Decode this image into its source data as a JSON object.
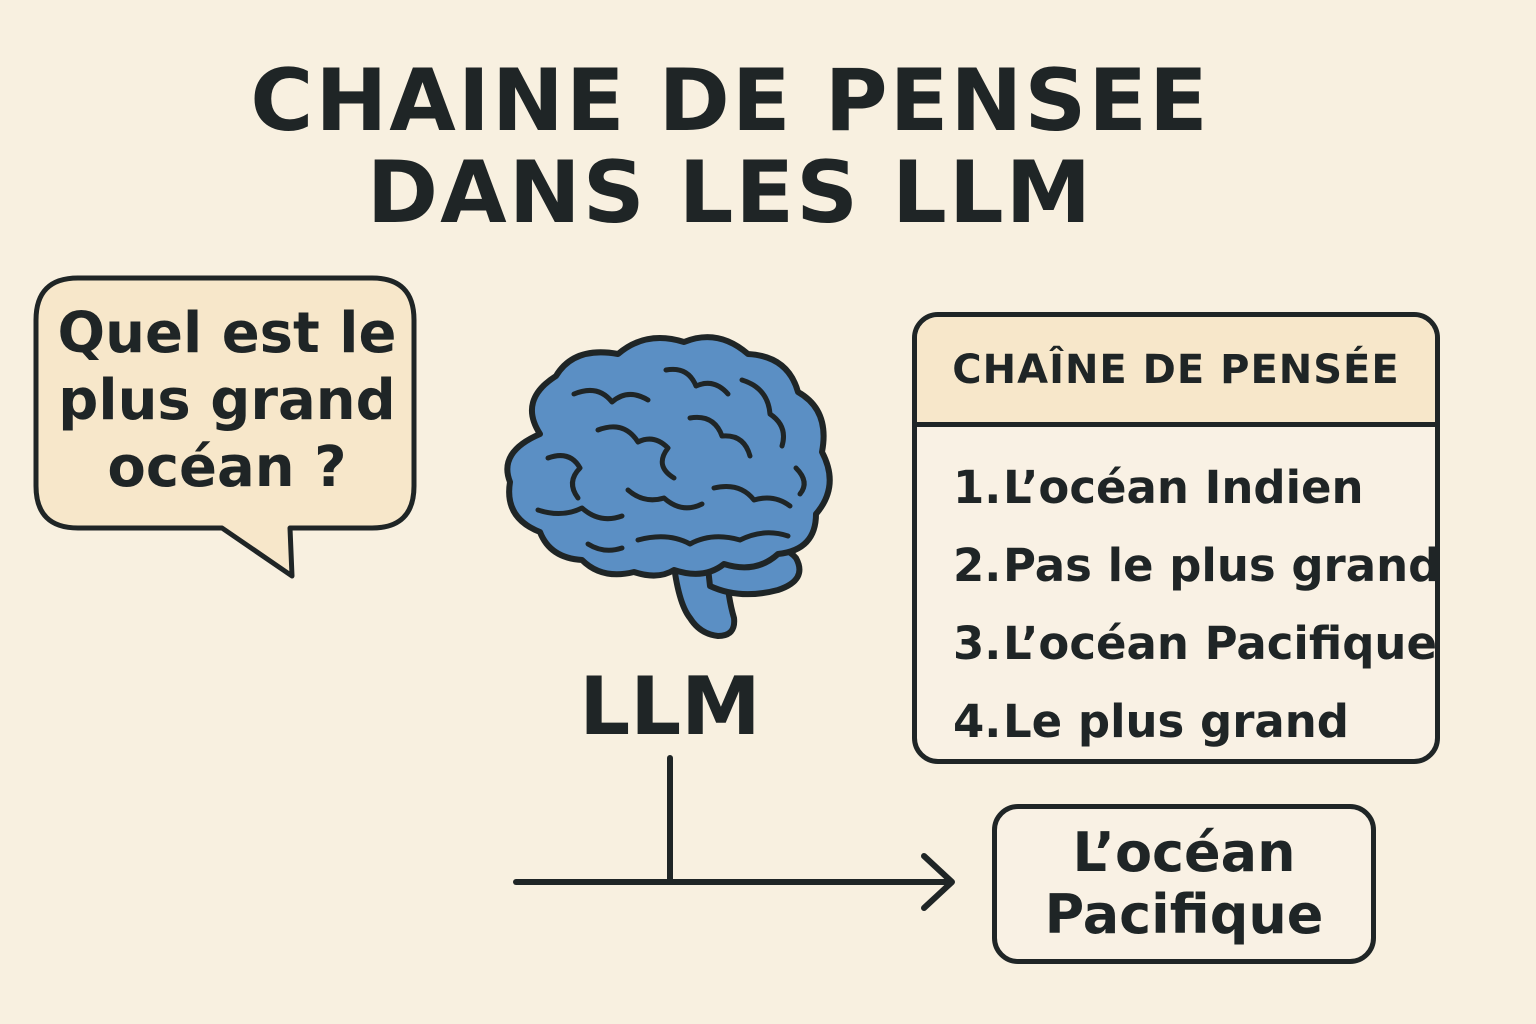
{
  "title": {
    "line1": "CHAINE DE PENSEE",
    "line2": "DANS LES LLM"
  },
  "question": {
    "lines": [
      "Quel est le",
      "plus grand",
      "océan ?"
    ]
  },
  "model": {
    "label": "LLM",
    "icon": "brain-icon"
  },
  "chain_of_thought": {
    "header": "CHAÎNE DE PENSÉE",
    "steps": [
      {
        "number": "1.",
        "text": "L’océan Indien"
      },
      {
        "number": "2.",
        "text": "Pas le plus grand"
      },
      {
        "number": "3.",
        "text": "L’océan Pacifique"
      },
      {
        "number": "4.",
        "text": "Le plus grand"
      }
    ]
  },
  "answer": {
    "lines": [
      "L’océan",
      "Pacifique"
    ]
  },
  "colors": {
    "background": "#f8f0e0",
    "ink": "#1f2526",
    "brain": "#5b8fc4",
    "bubble": "#f7e7ca"
  }
}
